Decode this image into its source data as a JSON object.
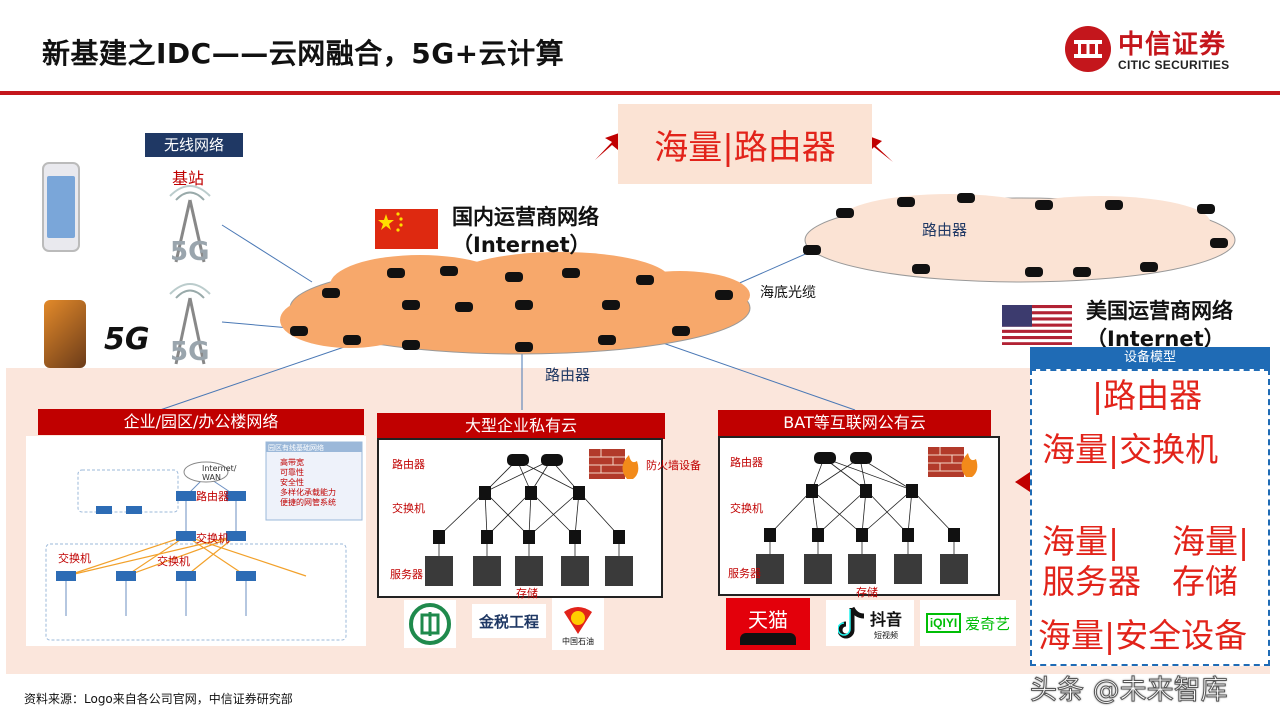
{
  "header": {
    "title": "新基建之IDC——云网融合，5G+云计算",
    "logo_cn": "中信证券",
    "logo_en": "CITIC SECURITIES"
  },
  "callout": "海量|路由器",
  "wireless": {
    "tag": "无线网络",
    "base_station": "基站",
    "fiveg": "5G"
  },
  "domestic": {
    "line1": "国内运营商网络",
    "line2": "（Internet）"
  },
  "us": {
    "line1": "美国运营商网络",
    "line2": "（Internet）"
  },
  "labels": {
    "router_cloud": "路由器",
    "router_main": "路由器",
    "subsea": "海底光缆"
  },
  "sections": {
    "enterprise": {
      "title": "企业/园区/办公楼网络",
      "router": "路由器",
      "switch1": "交换机",
      "switch2": "交换机",
      "switch3": "交换机",
      "inner_title": "园区有线基础网络",
      "features": [
        "高带宽",
        "可靠性",
        "安全性",
        "多样化承载能力",
        "便捷的网管系统"
      ],
      "internet": "Internet/ WAN"
    },
    "private": {
      "title": "大型企业私有云",
      "router": "路由器",
      "switch": "交换机",
      "server": "服务器",
      "storage": "存储",
      "firewall": "防火墙设备"
    },
    "public": {
      "title": "BAT等互联网公有云",
      "router": "路由器",
      "switch": "交换机",
      "server": "服务器",
      "storage": "存储"
    }
  },
  "logos": {
    "jinshui": "金税工程",
    "sinopec": "中国石油",
    "tmall": "天猫",
    "douyin": "抖音",
    "douyin_sub": "短视频",
    "iqiyi": "爱奇艺",
    "iqiyi_mark": "iQIYI"
  },
  "device_model": {
    "head": "设备模型",
    "router": "|路由器",
    "switch": "海量|交换机",
    "server_1": "海量|",
    "server_2": "服务器",
    "storage_1": "海量|",
    "storage_2": "存储",
    "security": "海量|安全设备"
  },
  "source": "资料来源：Logo来自各公司官网，中信证券研究部",
  "watermark": "头条 @未来智库",
  "colors": {
    "brand_red": "#c4161c",
    "accent_red": "#e2231a",
    "navy": "#1f3864",
    "cloud_orange": "#f7a86b",
    "cloud_pink": "#fbe3d4",
    "device_blue": "#1f6bb5"
  }
}
